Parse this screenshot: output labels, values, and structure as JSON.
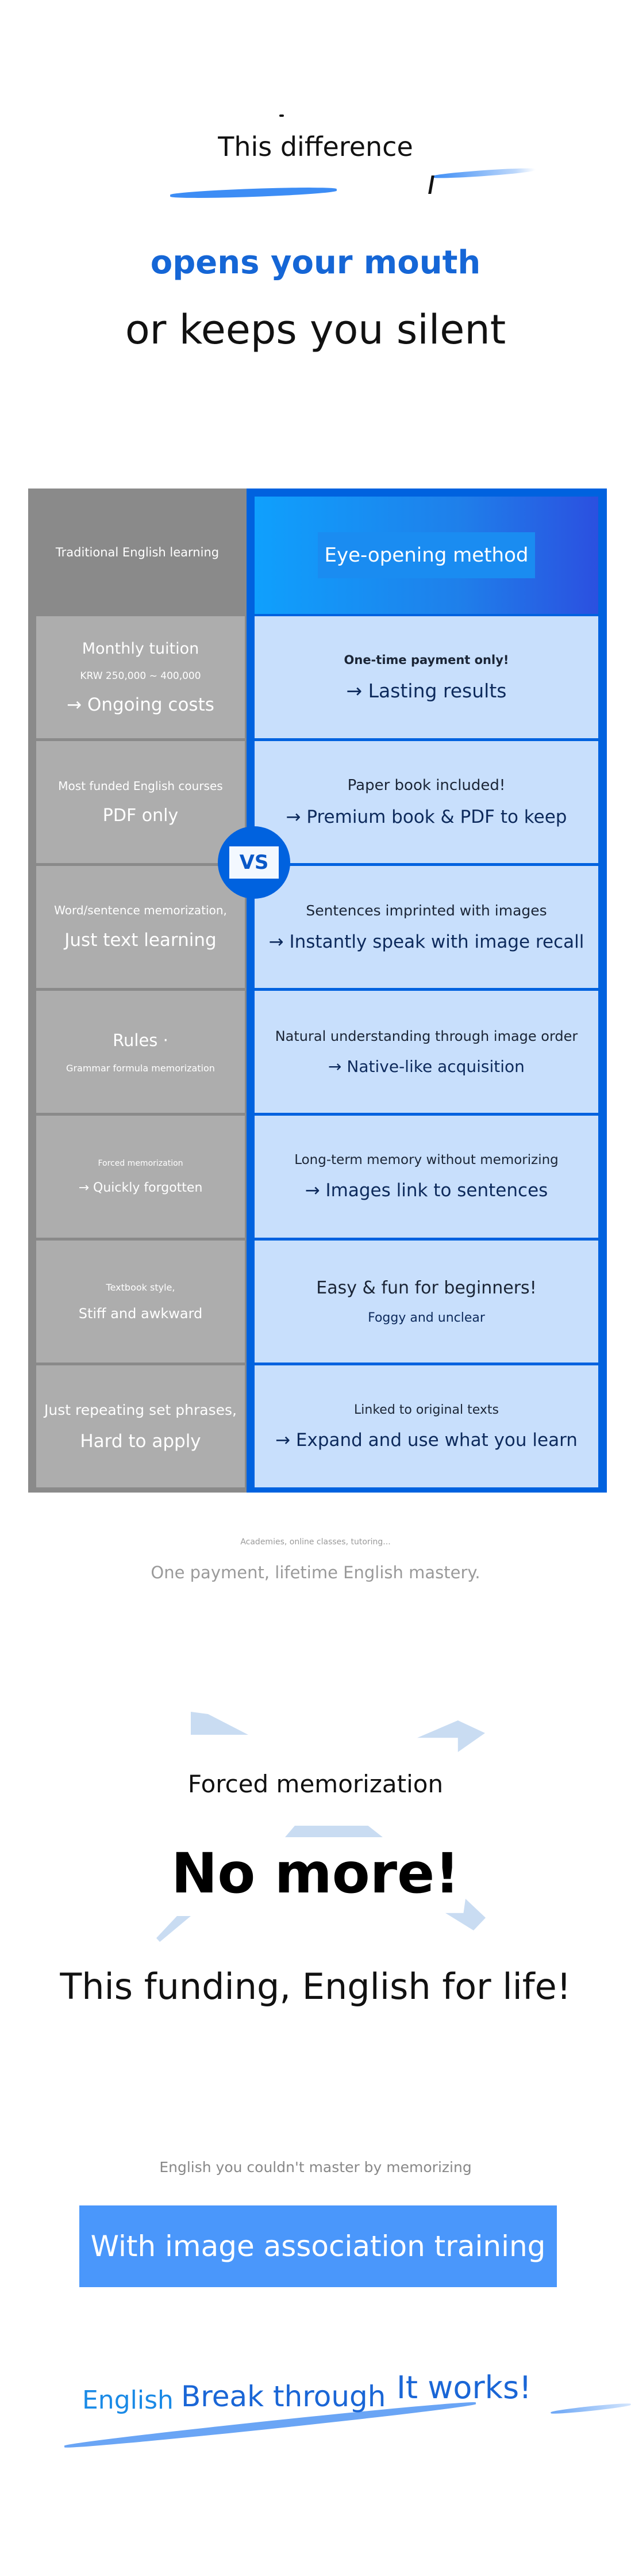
{
  "hero": {
    "title": "This difference",
    "line_blue": "opens your mouth",
    "line_black": "or keeps you silent"
  },
  "comparison": {
    "left_header": "Traditional English learning",
    "right_header": "Eye-opening method",
    "vs_label": "VS",
    "rows": [
      {
        "left_top": "Monthly tuition",
        "left_mid": "KRW 250,000 ~ 400,000",
        "left_bottom": "→ Ongoing costs",
        "right_top": "One-time payment only!",
        "right_bottom": "→ Lasting results"
      },
      {
        "left_top": "Most funded English courses",
        "left_bottom": "PDF only",
        "right_top": "Paper book included!",
        "right_bottom": "→ Premium book & PDF to keep"
      },
      {
        "left_top": "Word/sentence memorization,",
        "left_bottom": "Just text learning",
        "right_top": "Sentences imprinted with images",
        "right_bottom": "→ Instantly speak with image recall"
      },
      {
        "left_top": "Rules ·",
        "left_bottom": "Grammar formula memorization",
        "right_top": "Natural understanding through image order",
        "right_bottom": "→ Native-like acquisition"
      },
      {
        "left_top": "Forced memorization",
        "left_bottom": "→ Quickly forgotten",
        "right_top": "Long-term memory without memorizing",
        "right_bottom": "→ Images link to sentences"
      },
      {
        "left_top": "Textbook style,",
        "left_bottom": "Stiff and awkward",
        "right_top": "Easy & fun for beginners!",
        "right_bottom": "Foggy and unclear"
      },
      {
        "left_top": "Just repeating set phrases,",
        "left_bottom": "Hard to apply",
        "right_top": "Linked to original texts",
        "right_bottom": "→ Expand and use what you learn"
      }
    ]
  },
  "footer_note": {
    "small": "Academies, online classes, tutoring...",
    "big": "One payment, lifetime English mastery."
  },
  "no_more": {
    "top": "Forced memorization",
    "headline": "No more!",
    "tagline": "This funding, English for life!"
  },
  "cta": {
    "intro": "English you couldn't master by memorizing",
    "button_label": "With image association training"
  },
  "finale": {
    "word1": "English",
    "word2": "Break through",
    "word3": "It works!"
  },
  "colors": {
    "accent_blue": "#0062df",
    "light_blue_cell": "#c8dffc",
    "gray_column": "#8a8a8a",
    "gray_cell": "#adadad",
    "button_blue": "#4a97fb"
  }
}
